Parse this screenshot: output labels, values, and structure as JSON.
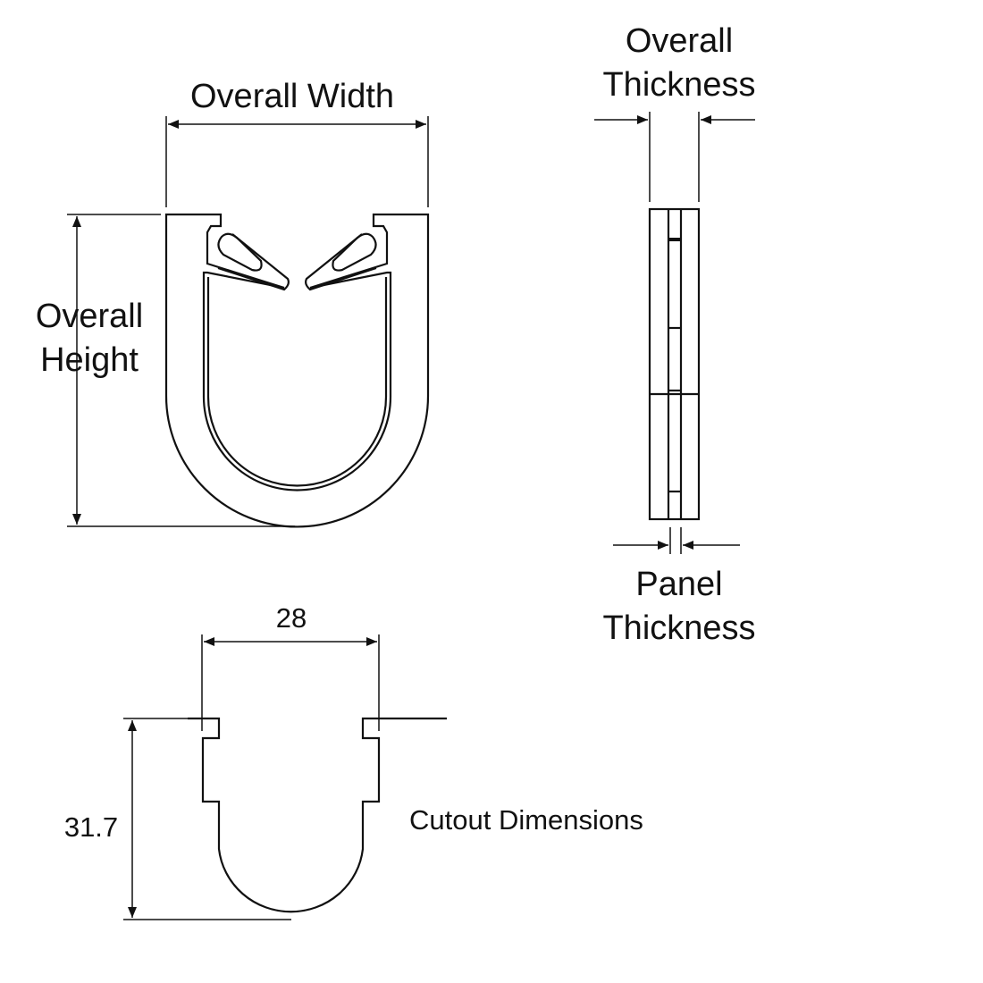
{
  "labels": {
    "overall_width": "Overall Width",
    "overall_height_line1": "Overall",
    "overall_height_line2": "Height",
    "overall_thickness_line1": "Overall",
    "overall_thickness_line2": "Thickness",
    "panel_thickness_line1": "Panel",
    "panel_thickness_line2": "Thickness",
    "cutout_width": "28",
    "cutout_height": "31.7",
    "cutout_title": "Cutout Dimensions"
  },
  "colors": {
    "line": "#111111",
    "background": "#ffffff"
  }
}
